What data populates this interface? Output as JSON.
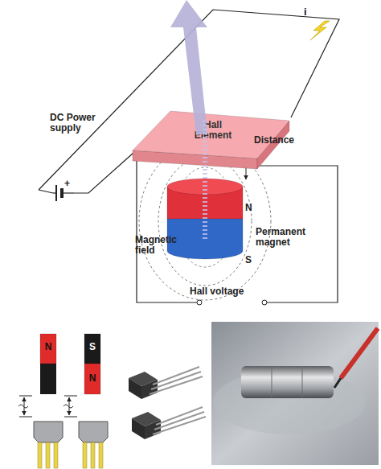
{
  "diagram": {
    "nodes": [
      {
        "text": [
          "Hall Element"
        ]
      },
      {
        "text": [
          "N"
        ]
      },
      {
        "text": [
          "S"
        ]
      },
      {
        "text": [
          "N"
        ]
      },
      {
        "text": [
          "S"
        ]
      },
      {
        "text": [
          "N"
        ]
      }
    ],
    "labels": [
      "DC Power supply",
      "+",
      "i",
      "Distance",
      "Permanent magnet",
      "Magnetic field",
      "Hall voltage"
    ]
  }
}
